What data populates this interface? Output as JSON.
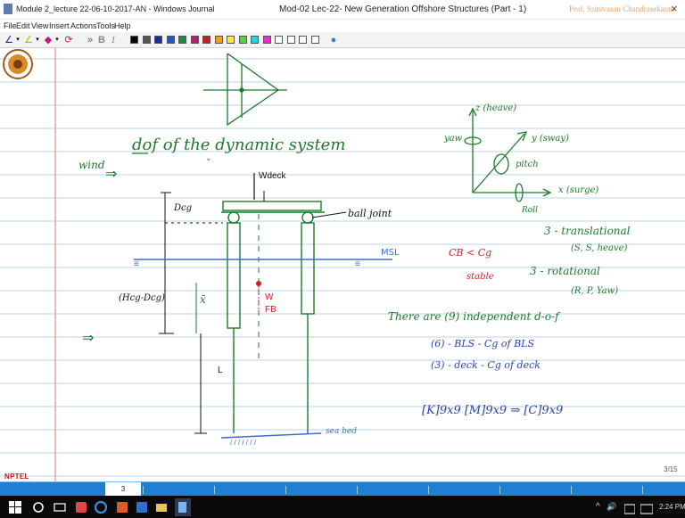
{
  "window": {
    "title": "Module 2_lecture 22-06-10-2017-AN - Windows Journal",
    "center_title": "Mod-02 Lec-22- New Generation Offshore Structures (Part - 1)",
    "author": "Prof. Srinivasan Chandrasekaran",
    "close_glyph": "×"
  },
  "menu": {
    "items": [
      "File",
      "Edit",
      "View",
      "Insert",
      "Actions",
      "Tools",
      "Help"
    ]
  },
  "toolbar": {
    "pen_glyph": "∠",
    "highlighter_glyph": "∠",
    "eraser_glyph": "◆",
    "lasso_glyph": "⟳",
    "more_glyph": "»",
    "bold_label": "B",
    "italic_label": "I",
    "swatches": [
      "#000000",
      "#555555",
      "#1a2f8c",
      "#2255cc",
      "#1f8a3a",
      "#c0197b",
      "#c62020",
      "#f0a020",
      "#f8ef2a",
      "#4fd83a",
      "#22d4e0",
      "#e530c8",
      "#ffffff",
      "#ffffff",
      "#ffffff",
      "#ffffff"
    ],
    "palette_glyph": "●"
  },
  "notes": {
    "heading": "dof of the dynamic system",
    "wind": "wind",
    "wdeck": "Wdeck",
    "dcg": "Dcg",
    "ball_joint": "ball joint",
    "msl": "MSL",
    "w": "W",
    "fb": "FB",
    "x_bar": "x̄",
    "hcg": "(Hcg-Dcg)",
    "l": "L",
    "sea_bed": "sea bed",
    "heave": "z (heave)",
    "yaw": "yaw",
    "sway": "y (sway)",
    "pitch": "pitch",
    "surge": "x (surge)",
    "roll": "Roll",
    "translational": "3 - translational",
    "translational_list": "(S, S, heave)",
    "cb_cg": "CB < Cg",
    "stable": "stable",
    "rotational": "3 - rotational",
    "rotational_list": "(R, P, Yaw)",
    "independent": "There are (9) independent d-o-f",
    "six_bls": "(6) - BLS - Cg of BLS",
    "three_deck": "(3) - deck - Cg of deck",
    "matrices": "[K]9x9   [M]9x9  ⇒ [C]9x9"
  },
  "footer": {
    "page_number": "3/15",
    "logo_text": "NPTEL",
    "page_tab": "3"
  },
  "taskbar": {
    "time": "2:24 PM",
    "tray_up": "^",
    "tray_sound": "🔊"
  },
  "colors": {
    "ink_green": "#1c7a2a",
    "ink_blue": "#2a45a8",
    "ink_black": "#111111",
    "ink_red": "#d21d2a",
    "rule_line": "#bcd3ec",
    "margin_line": "#e07a7a",
    "water_line": "#3b6fc8"
  }
}
